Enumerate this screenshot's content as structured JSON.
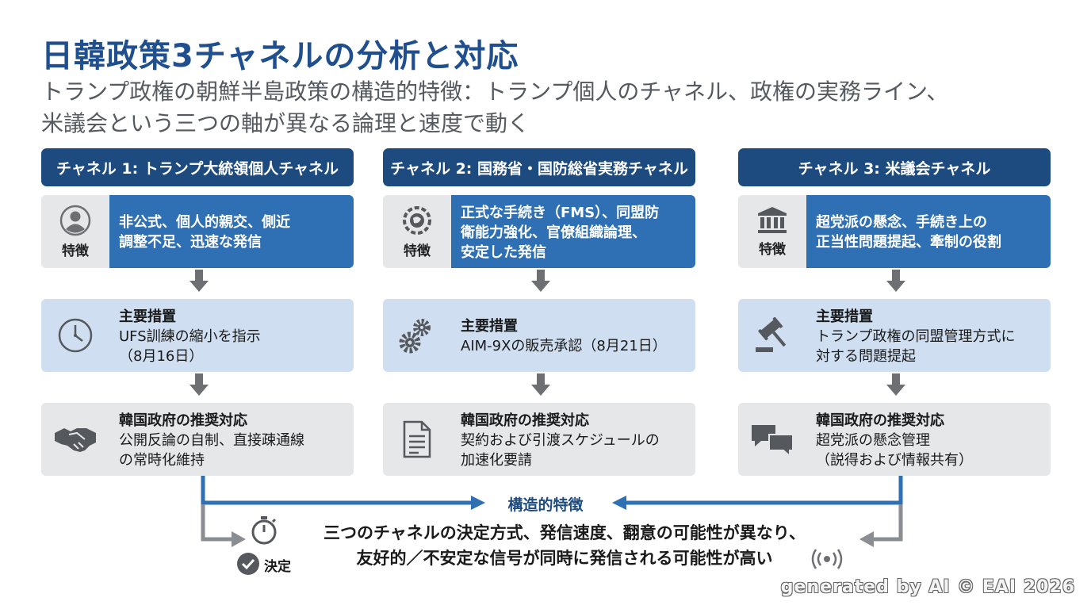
{
  "title": "日韓政策3チャネルの分析と対応",
  "subtitle_line1": "トランプ政権の朝鮮半島政策の構造的特徴：トランプ個人のチャネル、政権の実務ライン、",
  "subtitle_line2": "米議会という三つの軸が異なる論理と速度で動く",
  "feature_label": "特徴",
  "channels": [
    {
      "header": "チャネル 1: トランプ大統領個人チャネル",
      "feature_icon": "person-icon",
      "feature_lines": [
        "非公式、個人的親交、側近",
        "調整不足、迅速な発信"
      ],
      "measure_icon": "clock-icon",
      "measure_title": "主要措置",
      "measure_lines": [
        "UFS訓練の縮小を指示",
        "（8月16日）"
      ],
      "response_icon": "handshake-icon",
      "response_title": "韓国政府の推奨対応",
      "response_lines": [
        "公開反論の自制、直接疎通線",
        "の常時化維持"
      ]
    },
    {
      "header": "チャネル 2: 国務省・国防総省実務チャネル",
      "feature_icon": "globe-icon",
      "feature_lines": [
        "正式な手続き（FMS）、同盟防",
        "衛能力強化、官僚組織論理、",
        "安定した発信"
      ],
      "measure_icon": "gears-icon",
      "measure_title": "主要措置",
      "measure_lines": [
        "AIM-9Xの販売承認（8月21日）"
      ],
      "response_icon": "document-icon",
      "response_title": "韓国政府の推奨対応",
      "response_lines": [
        "契約および引渡スケジュールの",
        "加速化要請"
      ]
    },
    {
      "header": "チャネル 3: 米議会チャネル",
      "feature_icon": "capitol-icon",
      "feature_lines": [
        "超党派の懸念、手続き上の",
        "正当性問題提起、牽制の役割"
      ],
      "measure_icon": "gavel-icon",
      "measure_title": "主要措置",
      "measure_lines": [
        "トランプ政権の同盟管理方式に",
        "対する問題提起"
      ],
      "response_icon": "chat-icon",
      "response_title": "韓国政府の推奨対応",
      "response_lines": [
        "超党派の懸念管理",
        "（説得および情報共有）"
      ]
    }
  ],
  "flow_label": "構造的特徴",
  "decision_label": "決定",
  "conclusion_line1": "三つのチャネルの決定方式、発信速度、翻意の可能性が異なり、",
  "conclusion_line2": "友好的／不安定な信号が同時に発信される可能性が高い",
  "watermark": "generated by AI © EAI 2026",
  "colors": {
    "header": "#1d4b7f",
    "feature": "#2f6fb3",
    "measure": "#cfdff1",
    "gray": "#e6e7e9",
    "flow": "#2f6fb3"
  }
}
